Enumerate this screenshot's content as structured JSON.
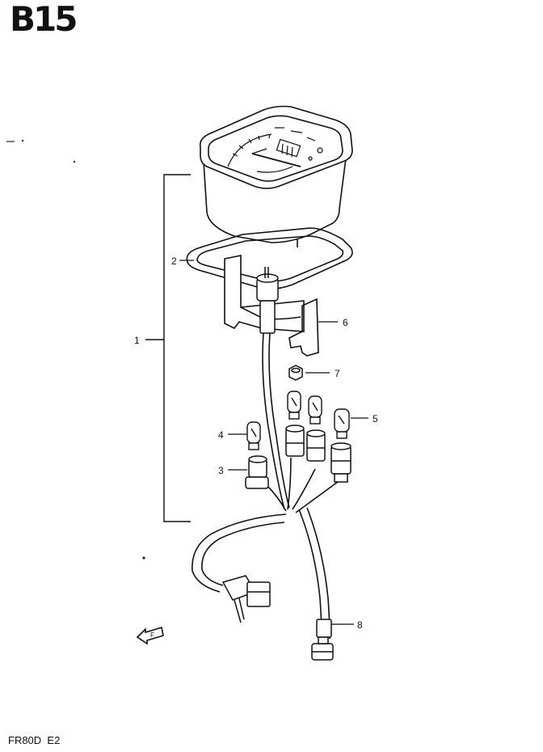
{
  "page": {
    "section_code": "B15",
    "model_code": "FR80D  E2"
  },
  "callouts": [
    {
      "id": "1",
      "label": "1"
    },
    {
      "id": "2",
      "label": "2"
    },
    {
      "id": "3",
      "label": "3"
    },
    {
      "id": "4",
      "label": "4"
    },
    {
      "id": "5",
      "label": "5"
    },
    {
      "id": "6",
      "label": "6"
    },
    {
      "id": "7",
      "label": "7"
    },
    {
      "id": "8",
      "label": "8"
    }
  ],
  "direction_marker": {
    "icon": "front-arrow-icon",
    "text": "F"
  }
}
